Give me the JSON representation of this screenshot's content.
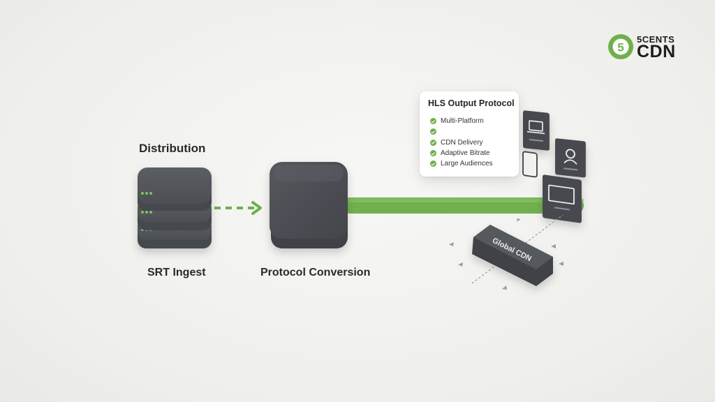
{
  "logo": {
    "badge_number": "5",
    "line1": "5CENTS",
    "line2": "CDN"
  },
  "heading": "Distribution",
  "nodes": {
    "ingest_label": "SRT Ingest",
    "conversion_label": "Protocol Conversion"
  },
  "hls_card": {
    "title": "HLS Output Protocol",
    "items": [
      "Multi-Platform",
      "",
      "CDN Delivery",
      "Adaptive Bitrate",
      "Large Audiences"
    ]
  },
  "cdn_label": "Global CDN",
  "colors": {
    "accent": "#6fb04d",
    "dark_block": "#4a4d52",
    "card_bg": "#ffffff"
  },
  "icons": [
    "server-stack-icon",
    "cube-icon",
    "laptop-icon",
    "user-icon",
    "phone-icon",
    "tv-icon",
    "check-icon"
  ]
}
